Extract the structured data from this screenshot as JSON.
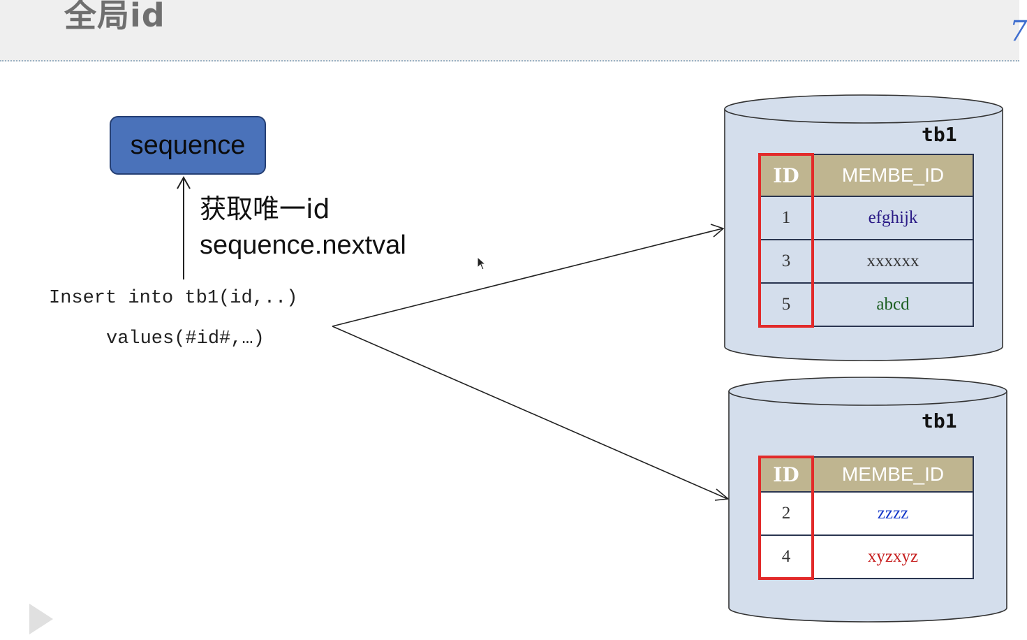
{
  "slide": {
    "title": "全局id",
    "corner_mark": "7"
  },
  "sequence_box": {
    "label": "sequence"
  },
  "arrow_note": {
    "line1": "获取唯一id",
    "line2": "sequence.nextval"
  },
  "insert_statement": {
    "line1": "Insert into tb1(id,..)",
    "line2": "values(#id#,…)"
  },
  "databases": [
    {
      "label": "tb1",
      "columns": [
        "ID",
        "MEMBE_ID"
      ],
      "rows": [
        {
          "id": "1",
          "member_id": "efghijk",
          "color": "#2a1a86"
        },
        {
          "id": "3",
          "member_id": "xxxxxx",
          "color": "#333333"
        },
        {
          "id": "5",
          "member_id": "abcd",
          "color": "#1b5e20"
        }
      ]
    },
    {
      "label": "tb1",
      "columns": [
        "ID",
        "MEMBE_ID"
      ],
      "rows": [
        {
          "id": "2",
          "member_id": "zzzz",
          "color": "#1538c9"
        },
        {
          "id": "4",
          "member_id": "xyzxyz",
          "color": "#c61d1d"
        }
      ]
    }
  ],
  "colors": {
    "sequence_fill": "#4a72ba",
    "table_header": "#bfb590",
    "db_fill": "#d4deec",
    "highlight": "#e22a2a"
  }
}
